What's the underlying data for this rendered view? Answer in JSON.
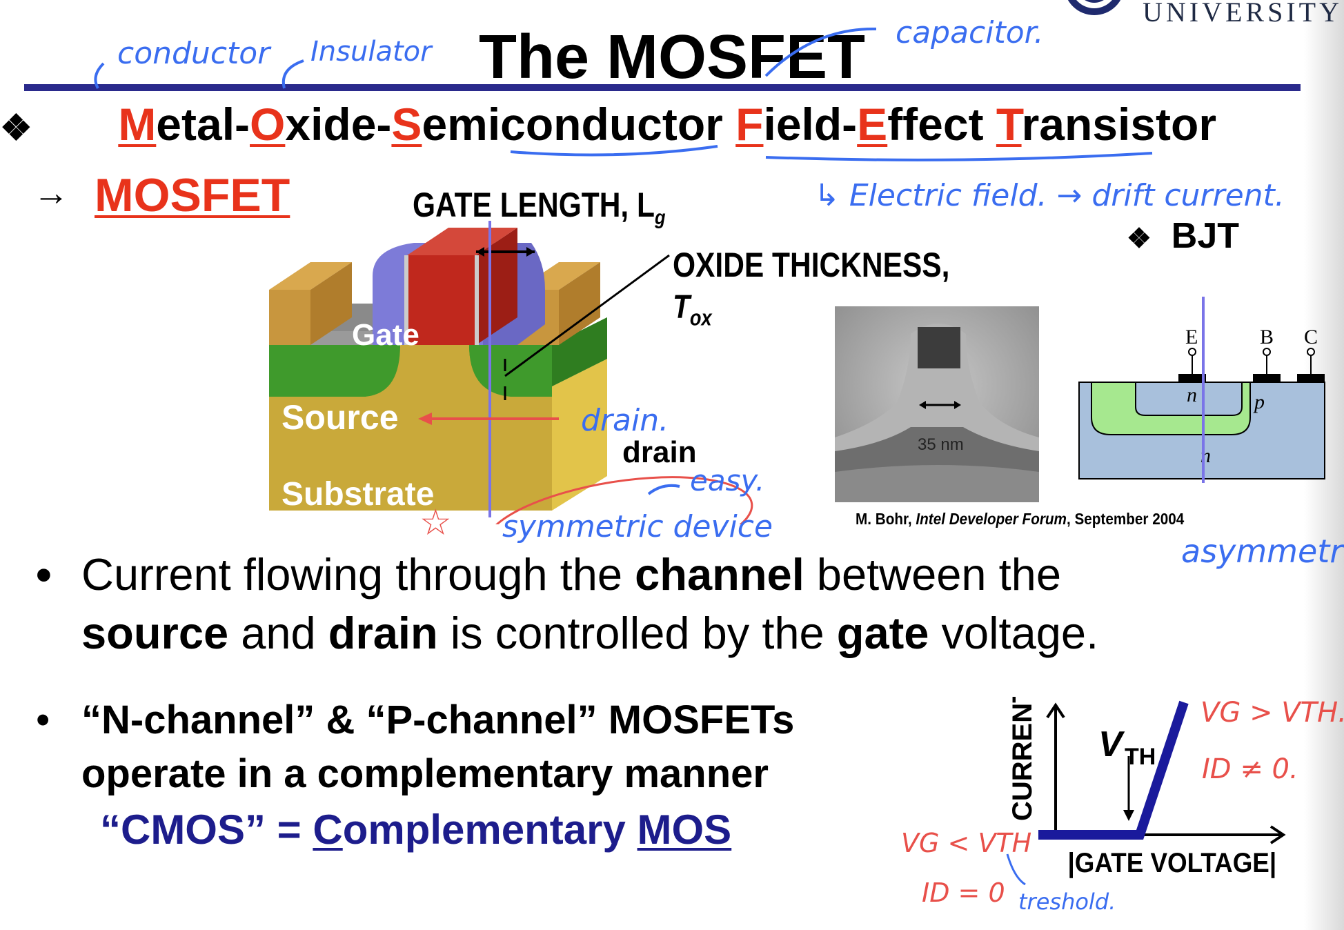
{
  "header": {
    "university": "UNIVERSITY",
    "title": "The MOSFET"
  },
  "acronym": {
    "bullet": "❖",
    "parts": [
      {
        "letter": "M",
        "rest": "etal-"
      },
      {
        "letter": "O",
        "rest": "xide-"
      },
      {
        "letter": "S",
        "rest": "emiconductor "
      },
      {
        "letter": "F",
        "rest": "ield-"
      },
      {
        "letter": "E",
        "rest": "ffect "
      },
      {
        "letter": "T",
        "rest": "ransistor"
      }
    ],
    "arrow": "→",
    "short": "MOSFET"
  },
  "diagram": {
    "gate_length_label": "GATE LENGTH, L",
    "gate_length_sub": "g",
    "oxide_label": "OXIDE THICKNESS,",
    "tox_main": "T",
    "tox_sub": "ox",
    "gate": "Gate",
    "source": "Source",
    "drain": "drain",
    "substrate": "Substrate",
    "colors": {
      "gate": "#c0281d",
      "spacer": "#7d7bd8",
      "metal": "#c8963e",
      "oxide": "#8a8a8a",
      "diffusion": "#3f9a2c",
      "substrate": "#c9a93a"
    }
  },
  "photo": {
    "scale_label": "35 nm",
    "caption_author": "M. Bohr, ",
    "caption_venue": "Intel Developer Forum",
    "caption_date": ", September 2004"
  },
  "bjt": {
    "bullet": "❖",
    "title": "BJT",
    "terminals": [
      "E",
      "B",
      "C"
    ],
    "regions": {
      "emitter": "n",
      "base": "p",
      "collector": "n"
    }
  },
  "bullets": {
    "marker": "•",
    "b1": {
      "t1": "Current flowing through the ",
      "b1": "channel",
      "t2": " between the",
      "b2": "source",
      "t3": " and ",
      "b3": "drain",
      "t4": " is controlled by the ",
      "b4": "gate",
      "t5": " voltage."
    },
    "b2_line1": "“N-channel” & “P-channel” MOSFETs",
    "b2_line2": "operate in a complementary manner",
    "cmos_prefix": "“CMOS” = ",
    "cmos_c": "C",
    "cmos_mid": "omplementary ",
    "cmos_mos": "MOS"
  },
  "iv_plot": {
    "ylabel": "CURRENT",
    "xlabel": "|GATE VOLTAGE|",
    "vth_main": "V",
    "vth_sub": "TH"
  },
  "handwriting": {
    "conductor": "conductor",
    "insulator": "Insulator",
    "capacitor": "capacitor.",
    "field_note": "↳ Electric field. → drift current.",
    "drain_note": "drain.",
    "easy": "easy.",
    "symmetric": "symmetric device",
    "asymmetric": "asymmetric",
    "vg_gt": "VG > VTH.",
    "id_ne": "ID ≠ 0.",
    "vg_lt": "VG < VTH",
    "id_eq": "ID = 0",
    "threshold": "treshold."
  }
}
